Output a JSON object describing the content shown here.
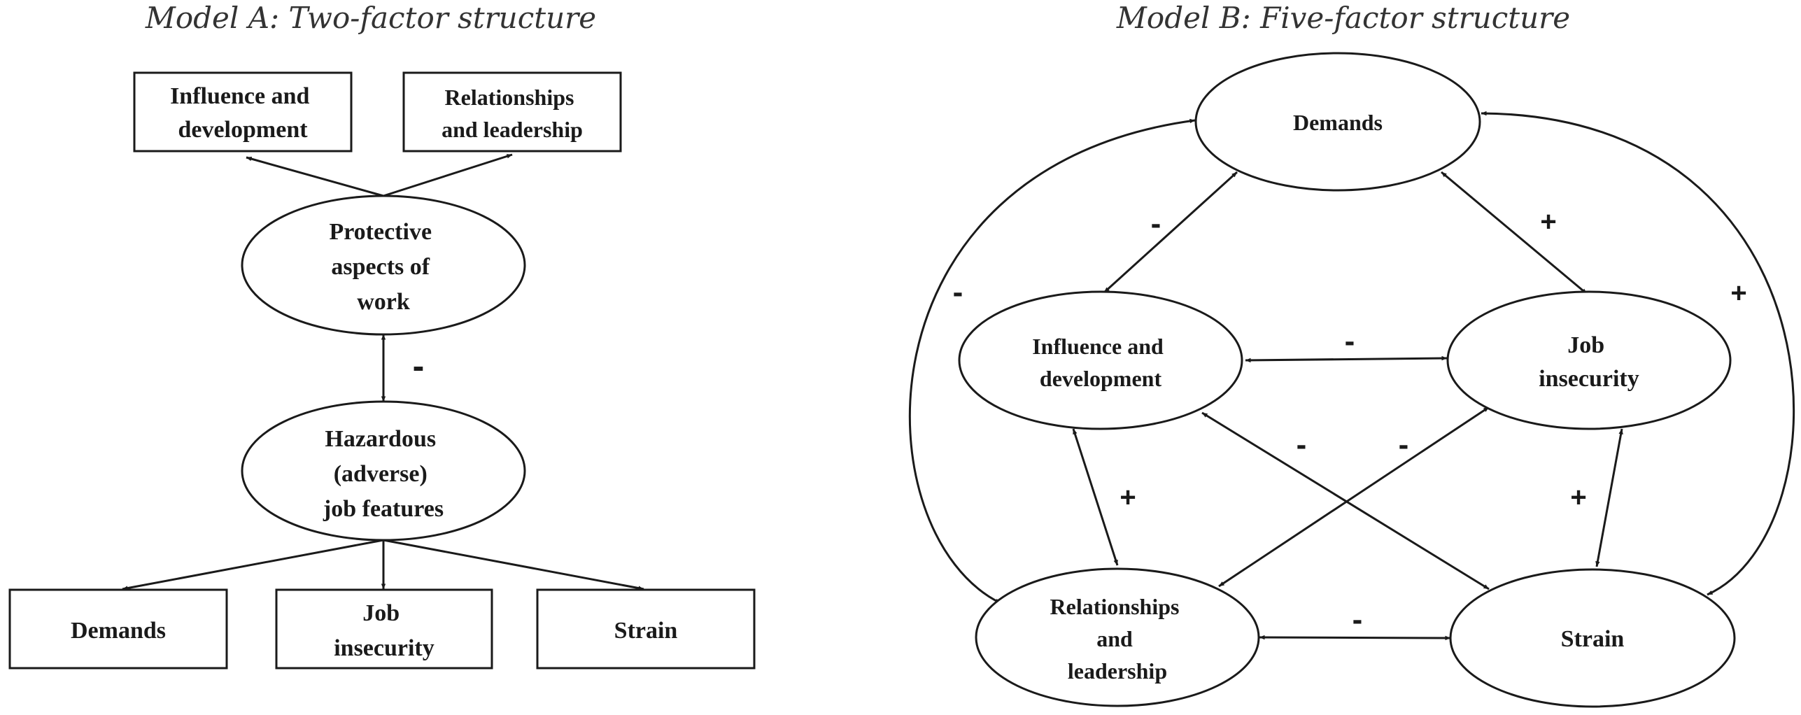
{
  "model_a": {
    "title": "Model A: Two-factor structure",
    "nodes": {
      "influence_development": [
        "Influence and",
        "development"
      ],
      "relationships_leadership": [
        "Relationships",
        "and leadership"
      ],
      "protective_aspects": [
        "Protective",
        "aspects of",
        "work"
      ],
      "hazardous_features": [
        "Hazardous",
        "(adverse)",
        "job features"
      ],
      "demands": [
        "Demands"
      ],
      "job_insecurity": [
        "Job",
        "insecurity"
      ],
      "strain": [
        "Strain"
      ]
    },
    "signs": {
      "protective_hazardous": "-"
    }
  },
  "model_b": {
    "title": "Model B: Five-factor structure",
    "nodes": {
      "demands": [
        "Demands"
      ],
      "influence_development": [
        "Influence and",
        "development"
      ],
      "job_insecurity": [
        "Job",
        "insecurity"
      ],
      "relationships_leadership": [
        "Relationships",
        "and",
        "leadership"
      ],
      "strain": [
        "Strain"
      ]
    },
    "signs": {
      "demands_influence": "-",
      "demands_jobinsecurity": "+",
      "demands_relationships_outer": "-",
      "demands_strain_outer": "+",
      "influence_jobinsecurity": "-",
      "influence_strain": "-",
      "jobinsecurity_relationships": "-",
      "influence_relationships": "+",
      "jobinsecurity_strain": "+",
      "relationships_strain": "-"
    }
  }
}
